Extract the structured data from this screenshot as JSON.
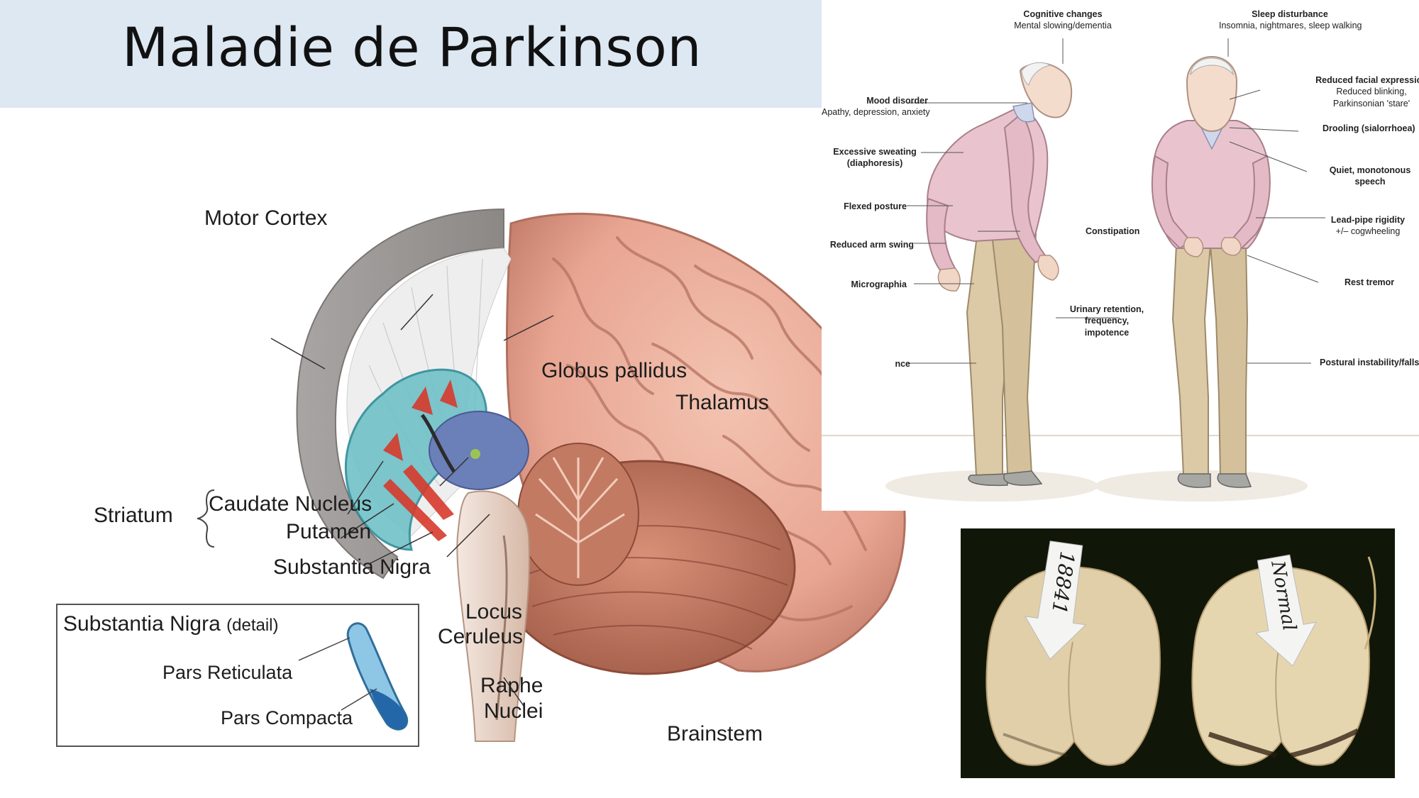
{
  "slide": {
    "title": "Maladie de Parkinson"
  },
  "brain_diagram": {
    "labels": {
      "motor_cortex": "Motor Cortex",
      "globus_pallidus": "Globus pallidus",
      "thalamus": "Thalamus",
      "striatum": "Striatum",
      "caudate_nucleus": "Caudate Nucleus",
      "putamen": "Putamen",
      "substantia_nigra": "Substantia Nigra",
      "locus_ceruleus_1": "Locus",
      "locus_ceruleus_2": "Ceruleus",
      "raphe_nuclei_1": "Raphe",
      "raphe_nuclei_2": "Nuclei",
      "brainstem": "Brainstem"
    },
    "detail_box": {
      "title": "Substantia Nigra",
      "title_suffix": "(detail)",
      "pars_reticulata": "Pars Reticulata",
      "pars_compacta": "Pars Compacta"
    }
  },
  "symptoms_figure": {
    "left_figure": [
      {
        "title": "Mood disorder",
        "detail": "Apathy, depression, anxiety"
      },
      {
        "title": "Excessive sweating",
        "detail": "(diaphoresis)"
      },
      {
        "title": "Flexed posture",
        "detail": ""
      },
      {
        "title": "Reduced arm swing",
        "detail": ""
      },
      {
        "title": "Micrographia",
        "detail": ""
      },
      {
        "title": "nce",
        "detail": ""
      }
    ],
    "top": [
      {
        "title": "Cognitive changes",
        "detail": "Mental slowing/dementia"
      },
      {
        "title": "Sleep disturbance",
        "detail": "Insomnia, nightmares, sleep walking"
      }
    ],
    "middle": [
      {
        "title": "Constipation",
        "detail": ""
      },
      {
        "title": "Urinary retention,",
        "detail": "frequency,",
        "detail2": "impotence"
      }
    ],
    "right_figure": [
      {
        "title": "Reduced facial expression",
        "detail": "Reduced blinking,",
        "detail2": "Parkinsonian 'stare'"
      },
      {
        "title": "Drooling (sialorrhoea)",
        "detail": ""
      },
      {
        "title": "Quiet, monotonous",
        "detail": "speech"
      },
      {
        "title": "Lead-pipe rigidity",
        "detail": "+/– cogwheeling"
      },
      {
        "title": "Rest tremor",
        "detail": ""
      },
      {
        "title": "Postural instability/falls",
        "detail": ""
      }
    ]
  },
  "specimen_photo": {
    "left_tag": "18841",
    "right_tag": "Normal"
  }
}
